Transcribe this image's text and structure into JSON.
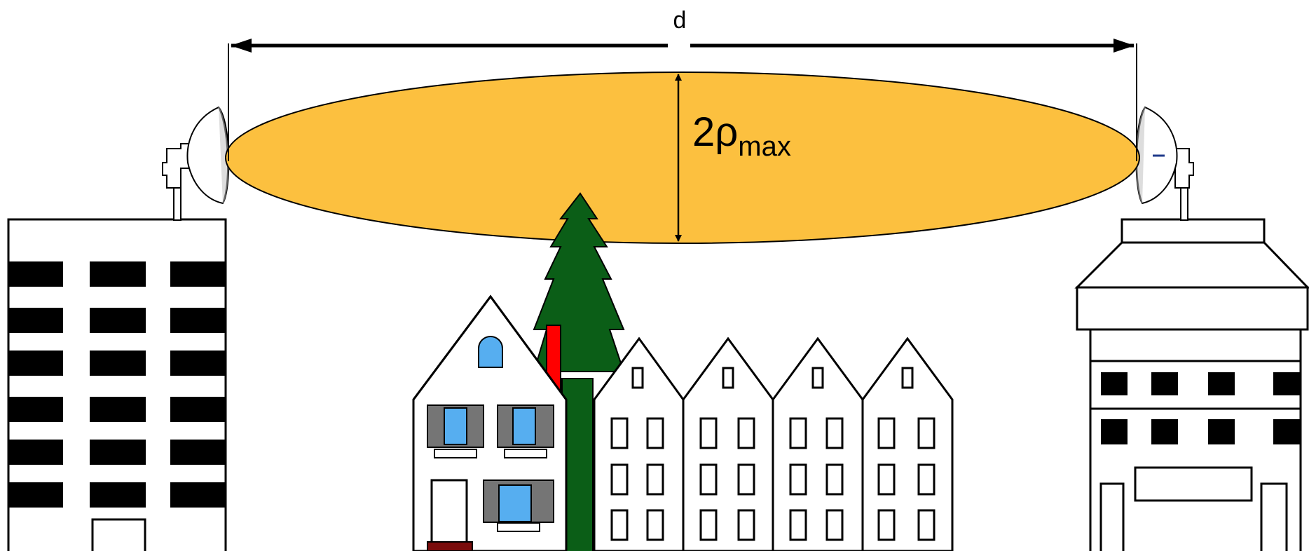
{
  "labels": {
    "distance": "d",
    "radius_main": "2ρ",
    "radius_sub": "max"
  },
  "colors": {
    "fresnel_zone": "#FCC03F",
    "tree": "#0B5E17",
    "chimney": "#FF0000",
    "window_glass": "#56AEF0",
    "shutter": "#757575",
    "door_step": "#7A0C0C",
    "building_fill": "#FFFFFF",
    "outline": "#000000"
  }
}
